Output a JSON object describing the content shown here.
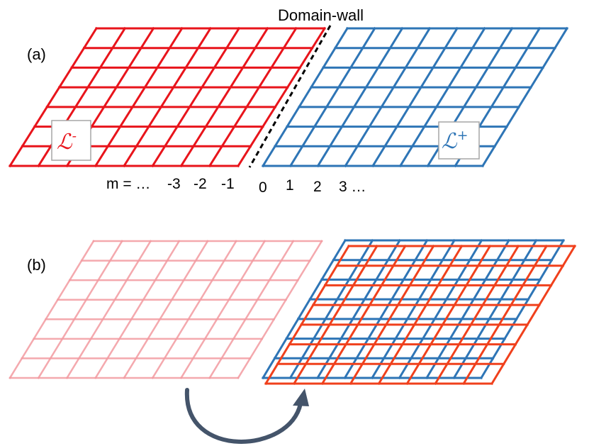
{
  "panel_a": {
    "label": "(a)",
    "domain_wall_label": "Domain-wall",
    "left_lattice_symbol": "ℒ",
    "left_lattice_sign": "-",
    "right_lattice_symbol": "ℒ",
    "right_lattice_sign": "+",
    "index_prefix": "m = …",
    "negative_indices": [
      "-3",
      "-2",
      "-1"
    ],
    "positive_indices": [
      "0",
      "1",
      "2",
      "3 …"
    ]
  },
  "panel_b": {
    "label": "(b)"
  },
  "colors": {
    "left_lattice": "#e8141b",
    "right_lattice": "#2e75b6",
    "faded_lattice": "#f29aa0",
    "overlay_lattice": "#f0401c",
    "arrow": "#44546a",
    "domain_wall": "#000000"
  },
  "lattice": {
    "columns": 8,
    "rows": 7
  }
}
